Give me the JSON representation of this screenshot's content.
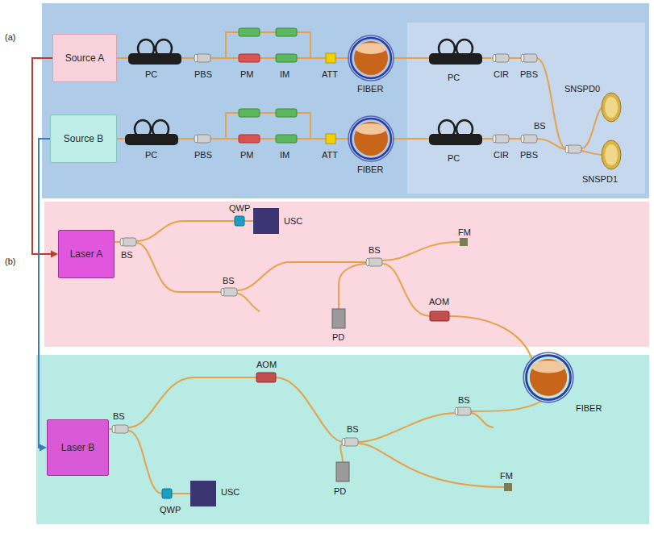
{
  "diagram": {
    "nodes": [
      {
        "text": [
          "Source A"
        ]
      },
      {
        "text": [
          "Source B"
        ]
      },
      {
        "text": [
          "Laser A"
        ]
      },
      {
        "text": [
          "Laser B"
        ]
      }
    ],
    "edges": [
      {
        "from": 0,
        "to": 2,
        "arrow": "to"
      },
      {
        "from": 1,
        "to": 3,
        "arrow": "to"
      }
    ],
    "labels": [
      "(a)",
      "PC",
      "PBS",
      "PM",
      "IM",
      "ATT",
      "FIBER",
      "PC",
      "PBS",
      "PM",
      "IM",
      "ATT",
      "FIBER",
      "PC",
      "CIR",
      "PBS",
      "PC",
      "CIR",
      "PBS",
      "SNSPD0",
      "SNSPD1",
      "BS",
      "(b)",
      "BS",
      "QWP",
      "USC",
      "BS",
      "BS",
      "FM",
      "PD",
      "AOM",
      "FIBER",
      "BS",
      "AOM",
      "BS",
      "BS",
      "PD",
      "FM",
      "QWP",
      "USC"
    ]
  }
}
